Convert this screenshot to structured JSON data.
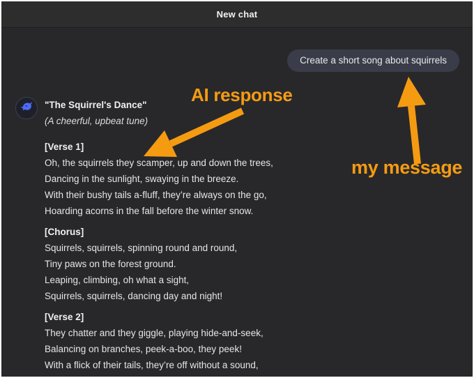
{
  "header": {
    "title": "New chat"
  },
  "user_message": {
    "text": "Create a short song about squirrels"
  },
  "assistant": {
    "avatar_icon": "deepseek-whale-icon",
    "title": "\"The Squirrel's Dance\"",
    "subtitle": "(A cheerful, upbeat tune)",
    "sections": [
      {
        "heading": "[Verse 1]",
        "lines": [
          "Oh, the squirrels they scamper, up and down the trees,",
          "Dancing in the sunlight, swaying in the breeze.",
          "With their bushy tails a-fluff, they’re always on the go,",
          "Hoarding acorns in the fall before the winter snow."
        ]
      },
      {
        "heading": "[Chorus]",
        "lines": [
          "Squirrels, squirrels, spinning round and round,",
          "Tiny paws on the forest ground.",
          "Leaping, climbing, oh what a sight,",
          "Squirrels, squirrels, dancing day and night!"
        ]
      },
      {
        "heading": "[Verse 2]",
        "lines": [
          "They chatter and they giggle, playing hide-and-seek,",
          "Balancing on branches, peek-a-boo, they peek!",
          "With a flick of their tails, they’re off without a sound,"
        ]
      }
    ]
  },
  "annotations": {
    "ai_response_label": "AI response",
    "my_message_label": "my message",
    "arrow_color": "#F59B12"
  },
  "colors": {
    "page_background": "#28282B",
    "header_background": "#2D2D2E",
    "bubble_background": "#3A3D49",
    "annotation_orange": "#F59B12",
    "whale_blue": "#4D6BFE"
  }
}
